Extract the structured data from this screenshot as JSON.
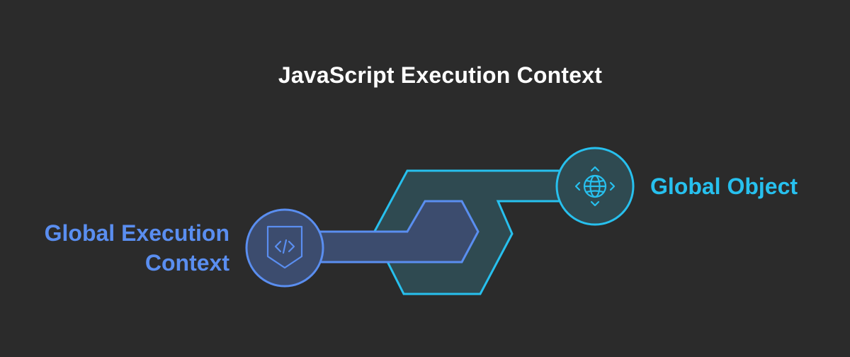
{
  "title": "JavaScript Execution Context",
  "nodes": [
    {
      "id": "global-execution-context",
      "label_lines": [
        "Global Execution",
        "Context"
      ],
      "icon": "code-file-icon",
      "color": "#5a8ef0"
    },
    {
      "id": "global-object",
      "label": "Global Object",
      "icon": "globe-navigation-icon",
      "color": "#27c0ee"
    }
  ],
  "colors": {
    "background": "#2b2b2b",
    "title": "#ffffff",
    "blue_stroke": "#5a8ef0",
    "blue_fill": "#3c4c6e",
    "cyan_stroke": "#27c0ee",
    "cyan_fill": "#2f4a51"
  }
}
